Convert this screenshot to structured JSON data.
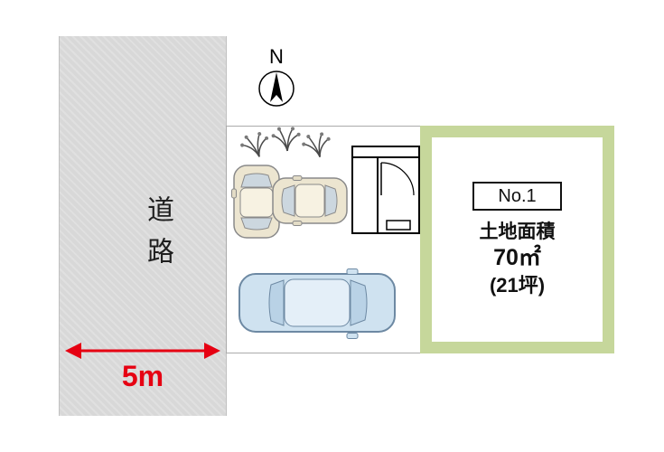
{
  "compass": {
    "label": "N",
    "icon": "compass-north-icon"
  },
  "road": {
    "label": "道路",
    "width_label": "5m"
  },
  "plot": {
    "number": "No.1",
    "area_title": "土地面積",
    "area_value": "70㎡",
    "area_tsubo": "(21坪)"
  },
  "parking": {
    "icons": [
      "car-top-view-icon",
      "car-top-view-icon",
      "car-top-view-icon",
      "shrub-icon",
      "shrub-icon",
      "shrub-icon",
      "entrance-door-plan-icon",
      "road-width-double-arrow-icon"
    ]
  },
  "colors": {
    "road_fill": "#d8d8d8",
    "arrow_red": "#e60012",
    "plot_border_green": "#c6d79b",
    "car_blue": "#cfe2f0",
    "car_cream": "#ece5d0"
  }
}
